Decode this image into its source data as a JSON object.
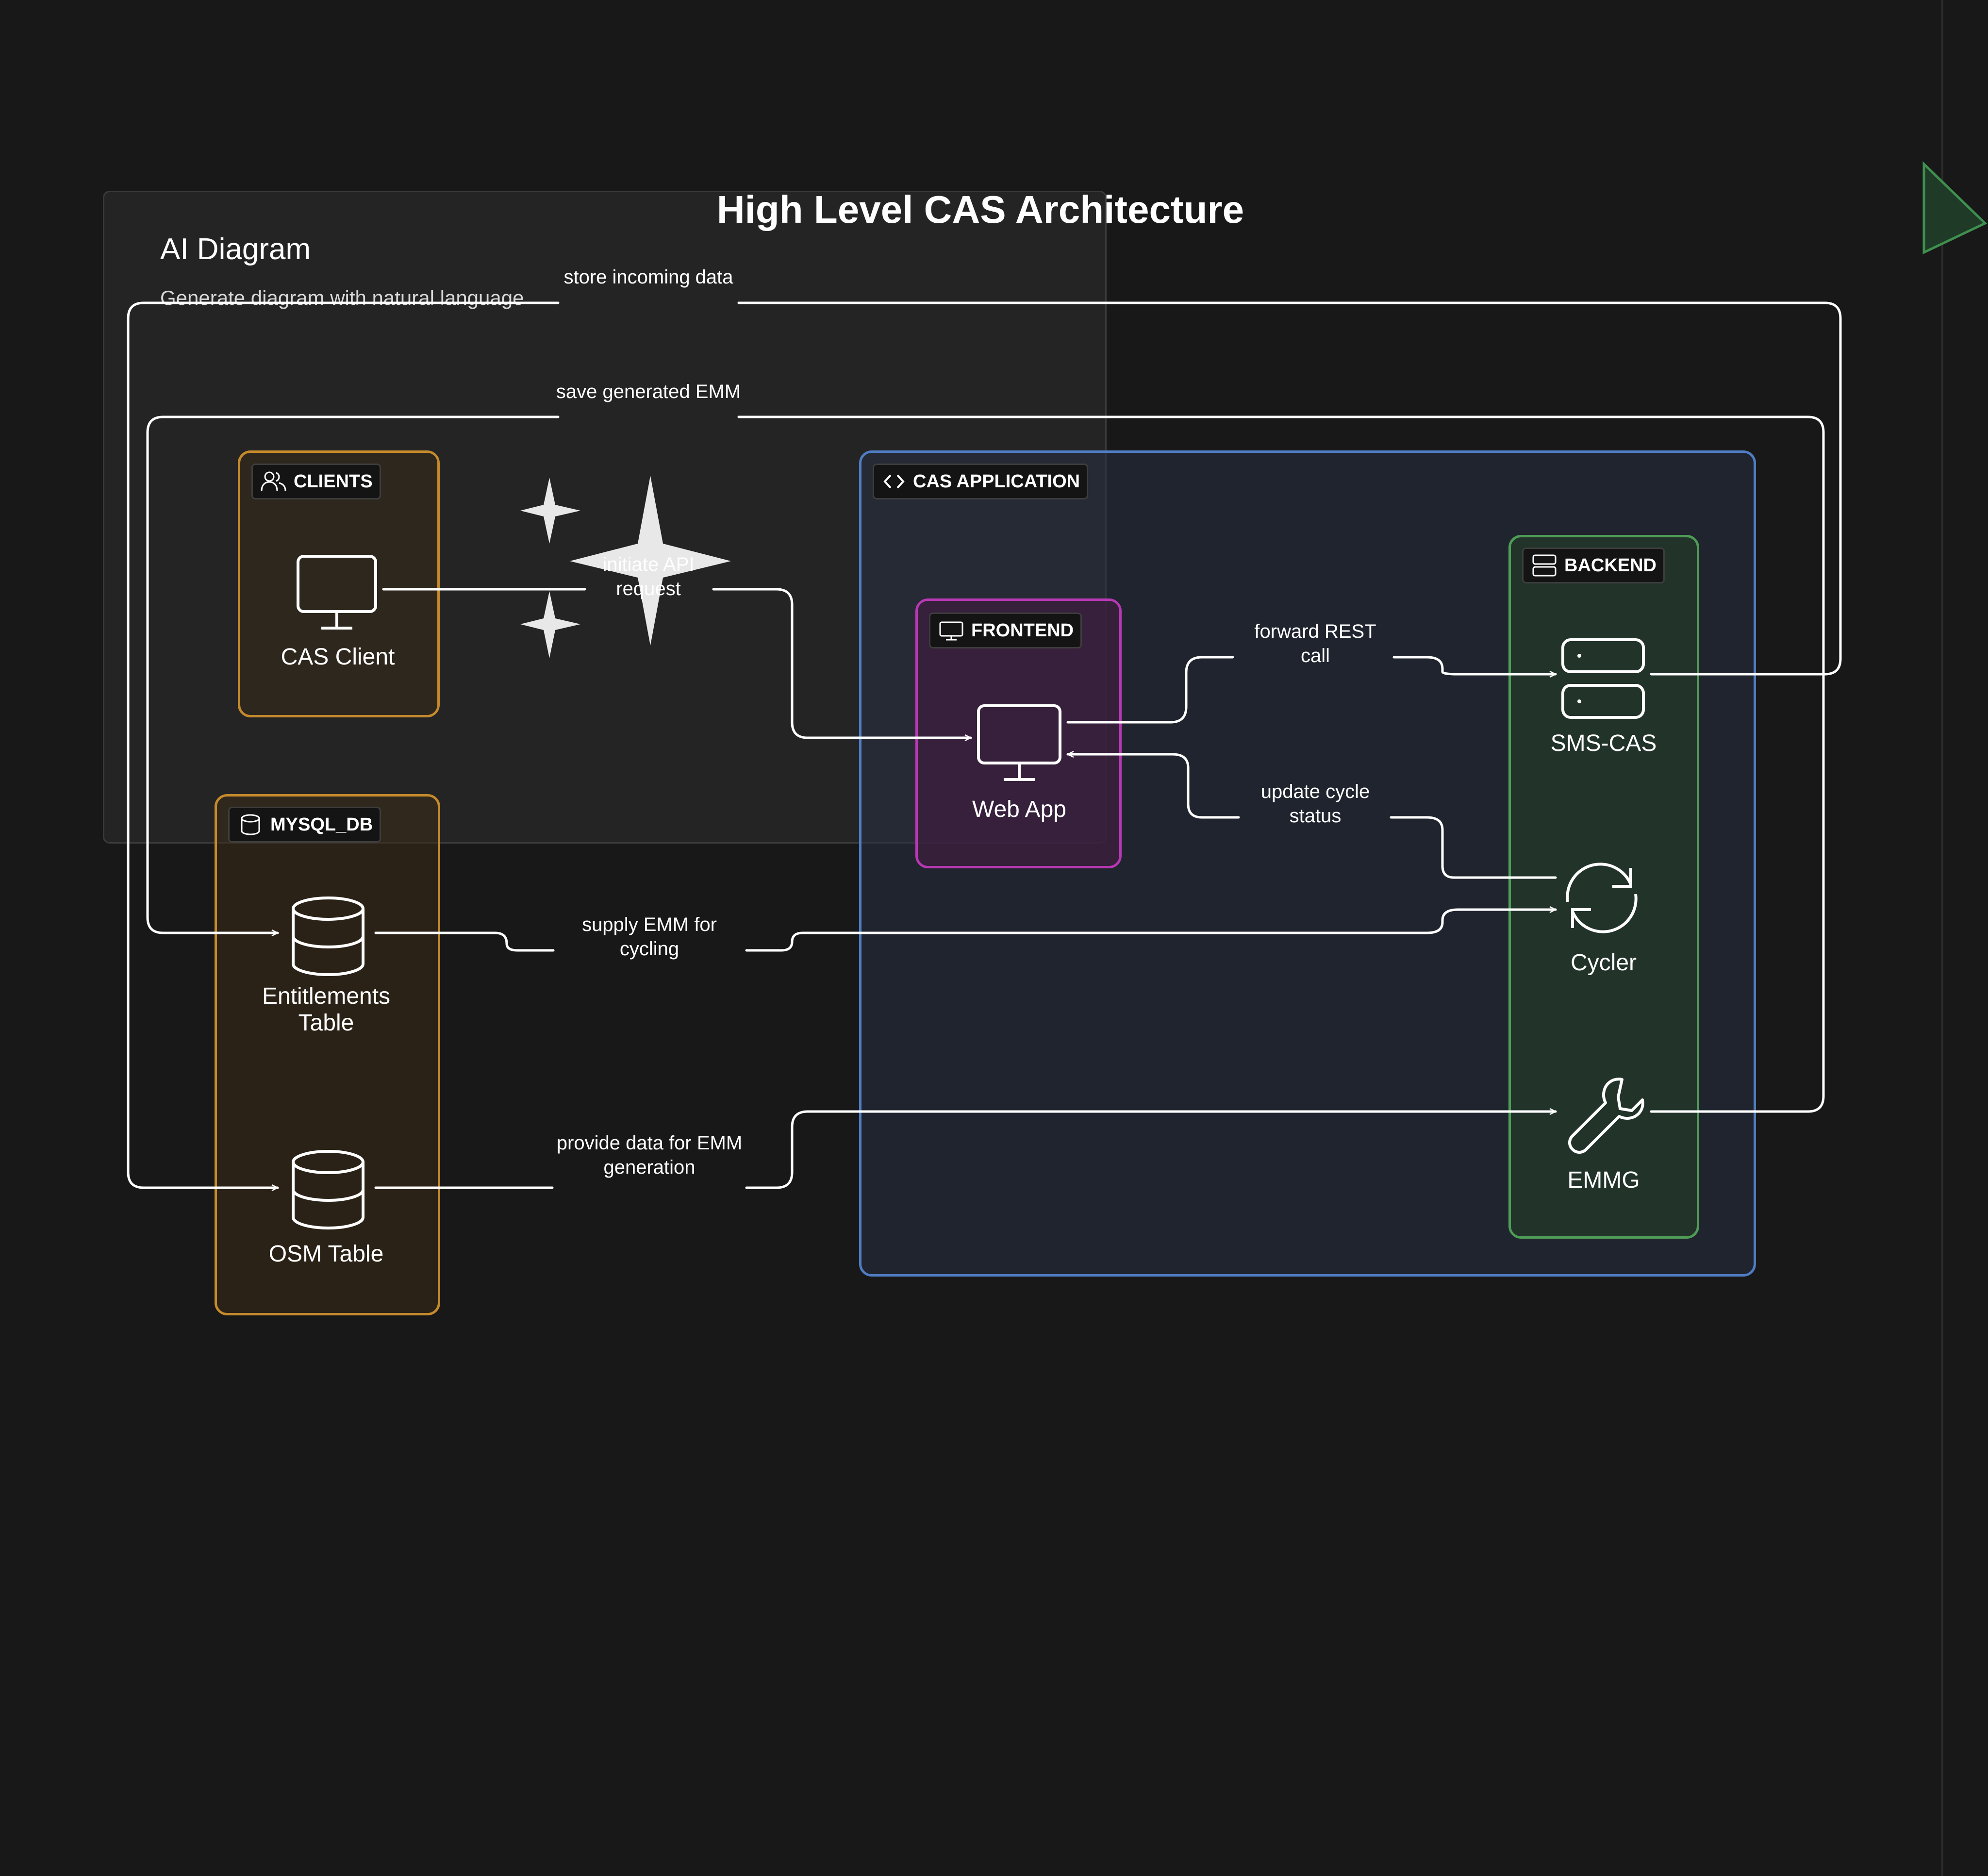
{
  "diagram": {
    "title": "High Level CAS Architecture",
    "groups": {
      "clients": "CLIENTS",
      "mysql_db": "MYSQL_DB",
      "cas_application": "CAS APPLICATION",
      "frontend": "FRONTEND",
      "backend": "BACKEND"
    },
    "nodes": {
      "cas_client": "CAS Client",
      "entitlements_table": "Entitlements Table",
      "osm_table": "OSM Table",
      "web_app": "Web App",
      "sms_cas": "SMS-CAS",
      "cycler": "Cycler",
      "emmg": "EMMG"
    },
    "edges": {
      "store_incoming_data": "store incoming data",
      "save_generated_emm": "save generated EMM",
      "initiate_api_request": "initiate API request",
      "forward_rest_call": "forward REST call",
      "update_cycle_status": "update cycle status",
      "supply_emm_for_cycling": "supply EMM for cycling",
      "provide_data_for_emm_generation": "provide data for EMM generation"
    }
  },
  "ai_panel": {
    "title": "AI Diagram",
    "subtitle": "Generate diagram with natural language"
  },
  "icons": {
    "clients": "users-icon",
    "cas_client": "monitor-icon",
    "mysql_db": "database-icon",
    "cas_application": "code-icon",
    "frontend": "monitor-icon",
    "backend": "server-icon",
    "web_app": "monitor-icon",
    "sms_cas": "server-icon",
    "cycler": "refresh-icon",
    "emmg": "wrench-icon",
    "ai": "sparkle-icon"
  },
  "colors": {
    "background": "#181818",
    "clients": "#c58a2c",
    "mysql_db": "#c58a2c",
    "cas_application": "#4f7cc2",
    "frontend": "#b838b4",
    "backend": "#4e9c56",
    "edge": "#ffffff"
  }
}
